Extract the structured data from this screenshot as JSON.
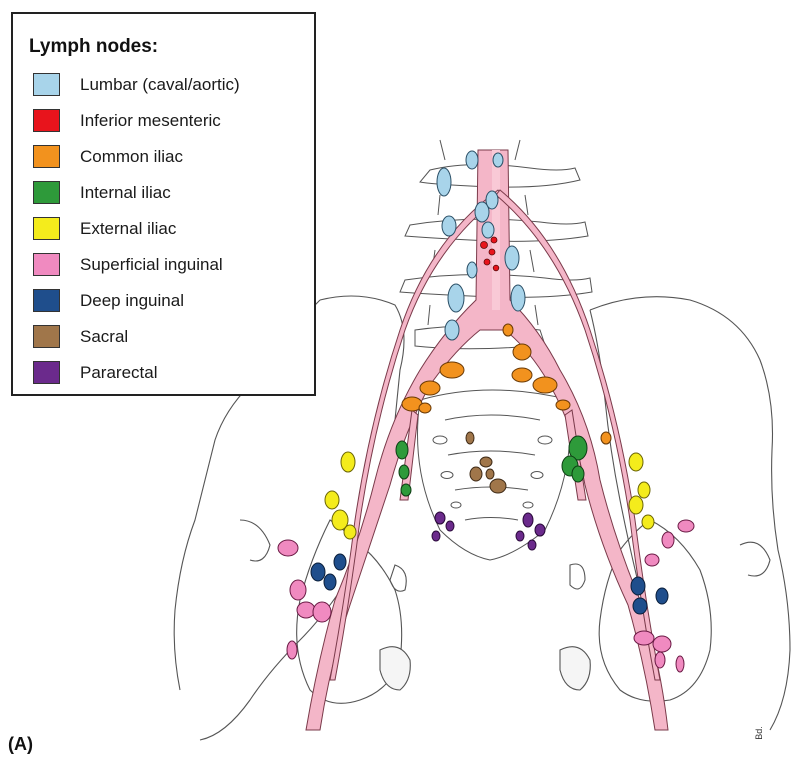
{
  "legend": {
    "title": "Lymph nodes:",
    "items": [
      {
        "label": "Lumbar (caval/aortic)",
        "color": "#a8d4ea"
      },
      {
        "label": "Inferior mesenteric",
        "color": "#e8141c"
      },
      {
        "label": "Common iliac",
        "color": "#f2921e"
      },
      {
        "label": "Internal iliac",
        "color": "#2e9a3a"
      },
      {
        "label": "External iliac",
        "color": "#f4ec1c"
      },
      {
        "label": "Superficial inguinal",
        "color": "#f08ac0"
      },
      {
        "label": "Deep inguinal",
        "color": "#1f4e8c"
      },
      {
        "label": "Sacral",
        "color": "#a0764a"
      },
      {
        "label": "Pararectal",
        "color": "#6b2a8c"
      }
    ]
  },
  "panel_label": "(A)",
  "signature": "Bd."
}
